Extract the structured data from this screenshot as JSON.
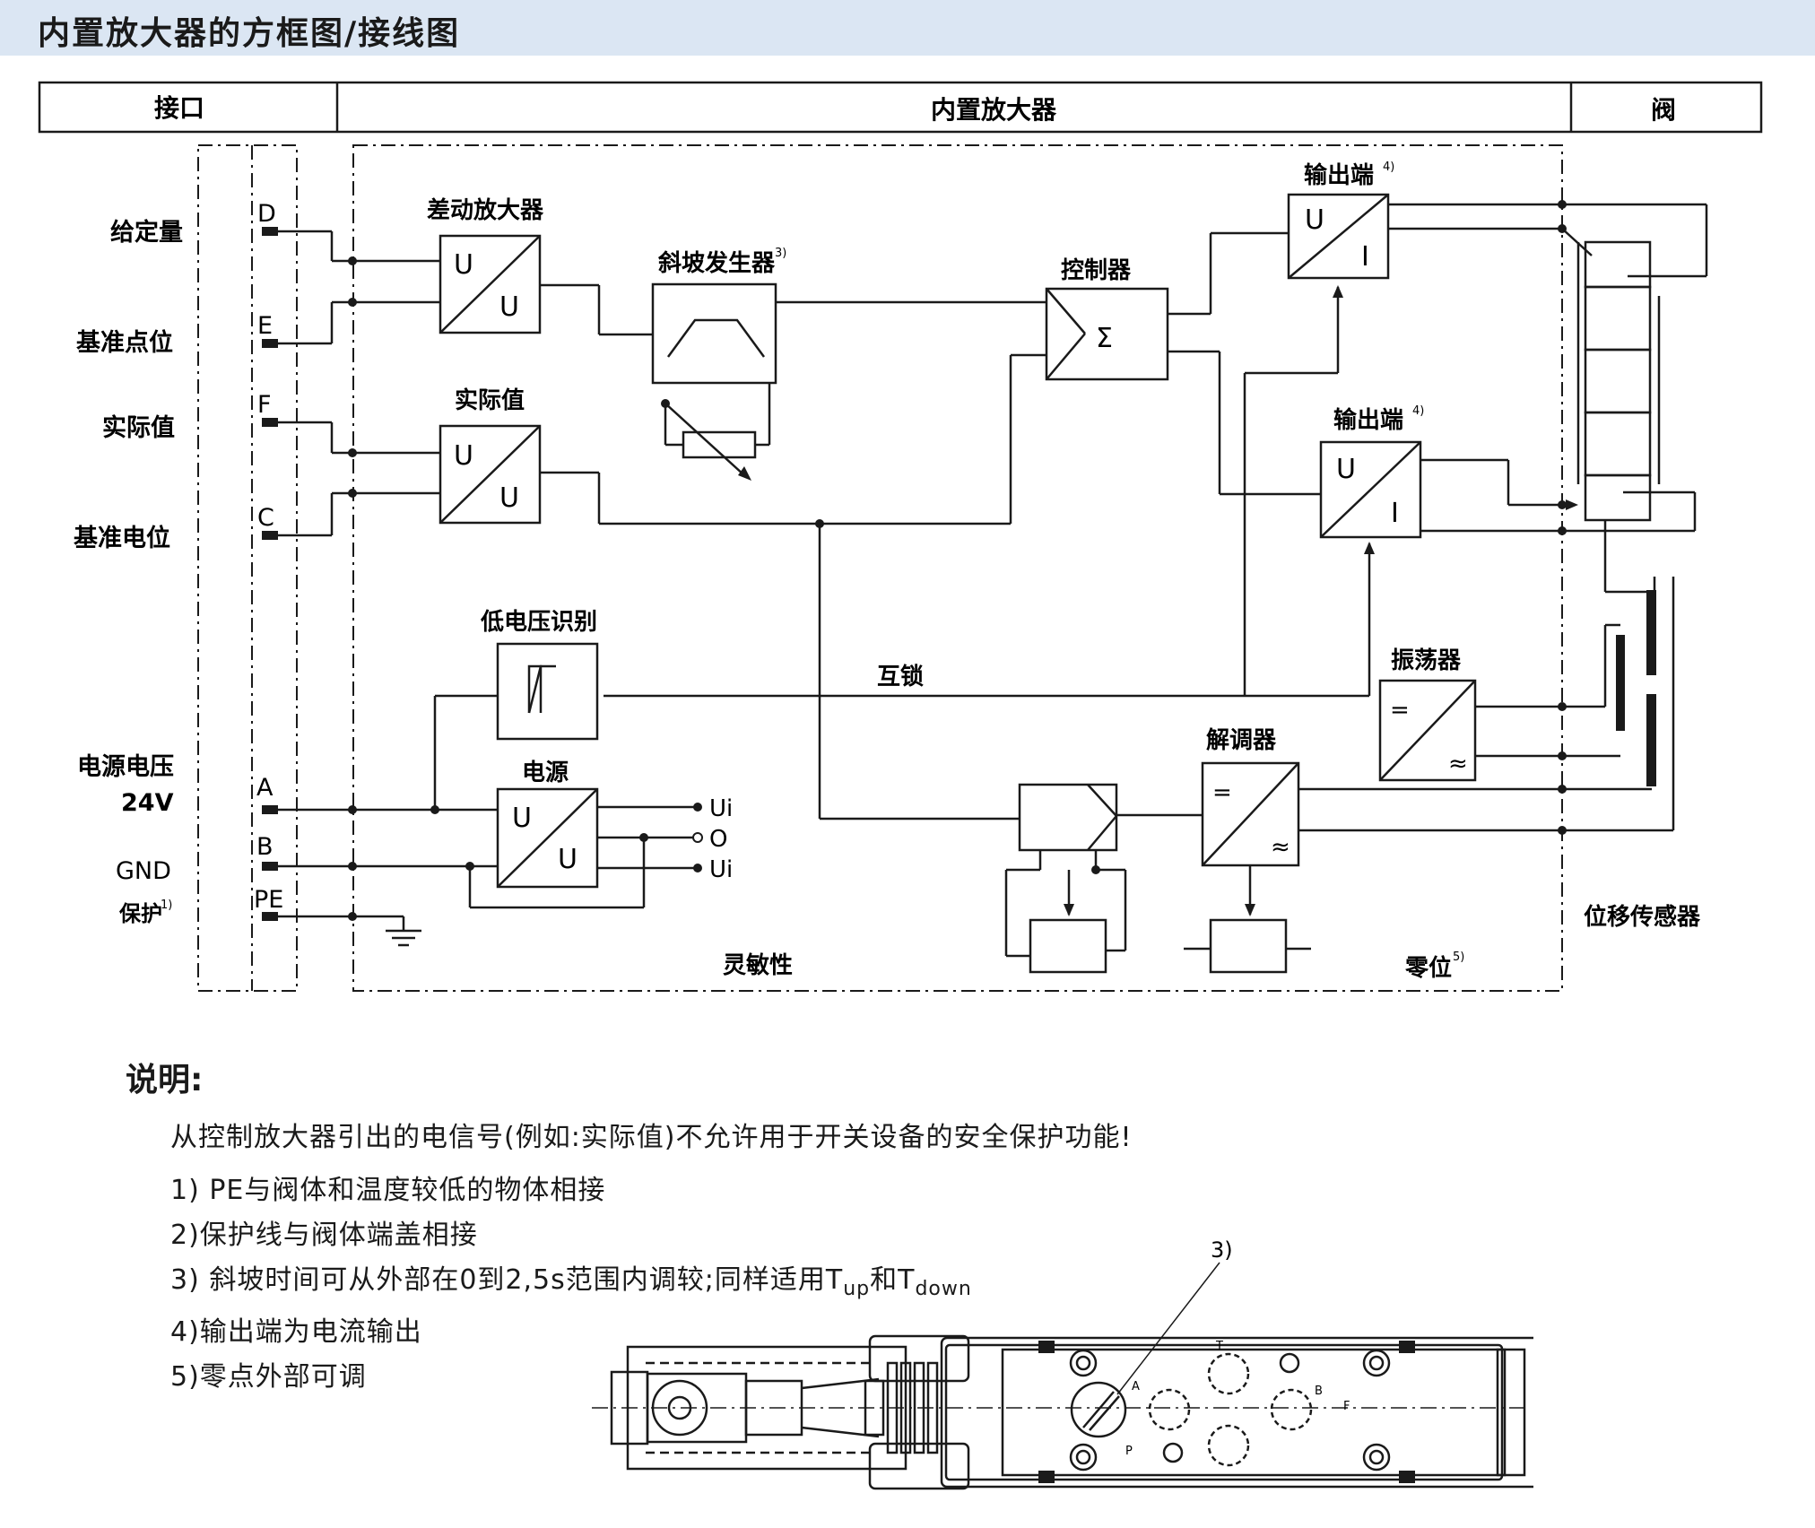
{
  "header": {
    "title": "内置放大器的方框图/接线图"
  },
  "columns": {
    "interface": "接口",
    "amplifier": "内置放大器",
    "valve": "阀"
  },
  "side_labels": {
    "setpoint": "给定量",
    "ref_point": "基准点位",
    "actual": "实际值",
    "ref_potential": "基准电位",
    "supply_voltage": "电源电压",
    "supply_value": "24V",
    "gnd": "GND",
    "protect": "保护",
    "protect_note": "1)"
  },
  "pins": {
    "D": "D",
    "E": "E",
    "F": "F",
    "C": "C",
    "A": "A",
    "B": "B",
    "PE": "PE"
  },
  "blocks": {
    "diff_amp": "差动放大器",
    "ramp": "斜坡发生器",
    "ramp_note": "3)",
    "controller": "控制器",
    "output_top": "输出端",
    "output_top_note": "4)",
    "actual_value": "实际值",
    "output_bottom": "输出端",
    "output_bottom_note": "4)",
    "undervoltage": "低电压识别",
    "interlock": "互锁",
    "oscillator": "振荡器",
    "power": "电源",
    "demodulator": "解调器",
    "sensitivity": "灵敏性",
    "zero": "零位",
    "zero_note": "5)",
    "transducer": "位移传感器"
  },
  "symbols": {
    "u": "U",
    "i": "I",
    "sigma": "Σ",
    "eq": "=",
    "approx": "≈",
    "ui": "Ui",
    "o": "O"
  },
  "notes": {
    "title": "说明:",
    "warning": "从控制放大器引出的电信号(例如:实际值)不允许用于开关设备的安全保护功能!",
    "n1": "1) PE与阀体和温度较低的物体相接",
    "n2": "2)保护线与阀体端盖相接",
    "n3_prefix": "3) 斜坡时间可从外部在0到2,5s范围内调较;同样适用T",
    "n3_sub1": "up",
    "n3_mid": "和T",
    "n3_sub2": "down",
    "n4": "4)输出端为电流输出",
    "n5": "5)零点外部可调"
  },
  "valve_drawing": {
    "callout": "3)",
    "ports": {
      "t": "T",
      "a": "A",
      "b": "B",
      "p": "P",
      "f": "F"
    }
  }
}
